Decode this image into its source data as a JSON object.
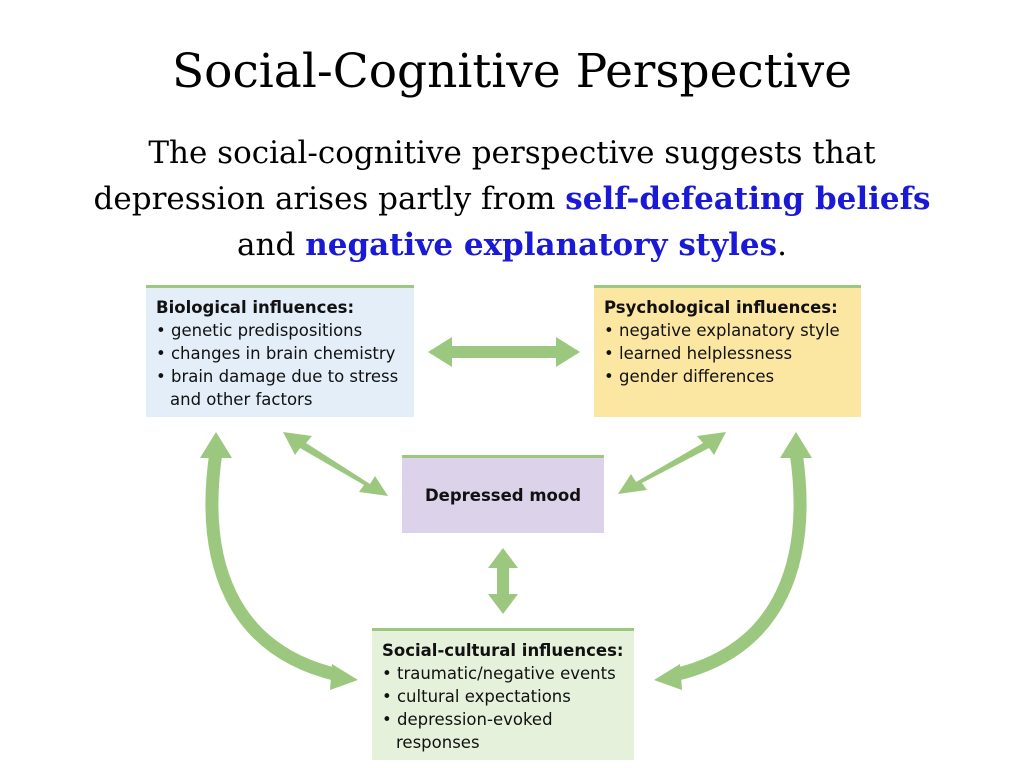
{
  "title": "Social-Cognitive Perspective",
  "subtitle": {
    "part1": "The social-cognitive perspective suggests that depression arises partly from ",
    "highlight1": "self-defeating beliefs",
    "part2": " and ",
    "highlight2": "negative explanatory styles",
    "part3": "."
  },
  "colors": {
    "highlight": "#1a1ad6",
    "arrow": "#9cc77e",
    "biological_bg": "#e3eef8",
    "psychological_bg": "#fbe6a2",
    "social_bg": "#e6f1dc",
    "mood_bg": "#dcd3ea"
  },
  "diagram": {
    "biological": {
      "heading": "Biological influences:",
      "items": [
        "genetic predispositions",
        "changes in brain chemistry",
        "brain damage due to stress and other factors"
      ]
    },
    "psychological": {
      "heading": "Psychological influences:",
      "items": [
        "negative explanatory style",
        "learned helplessness",
        "gender differences"
      ]
    },
    "center": {
      "label": "Depressed mood"
    },
    "social": {
      "heading": "Social-cultural influences:",
      "items": [
        "traumatic/negative events",
        "cultural expectations",
        "depression-evoked responses"
      ]
    }
  }
}
